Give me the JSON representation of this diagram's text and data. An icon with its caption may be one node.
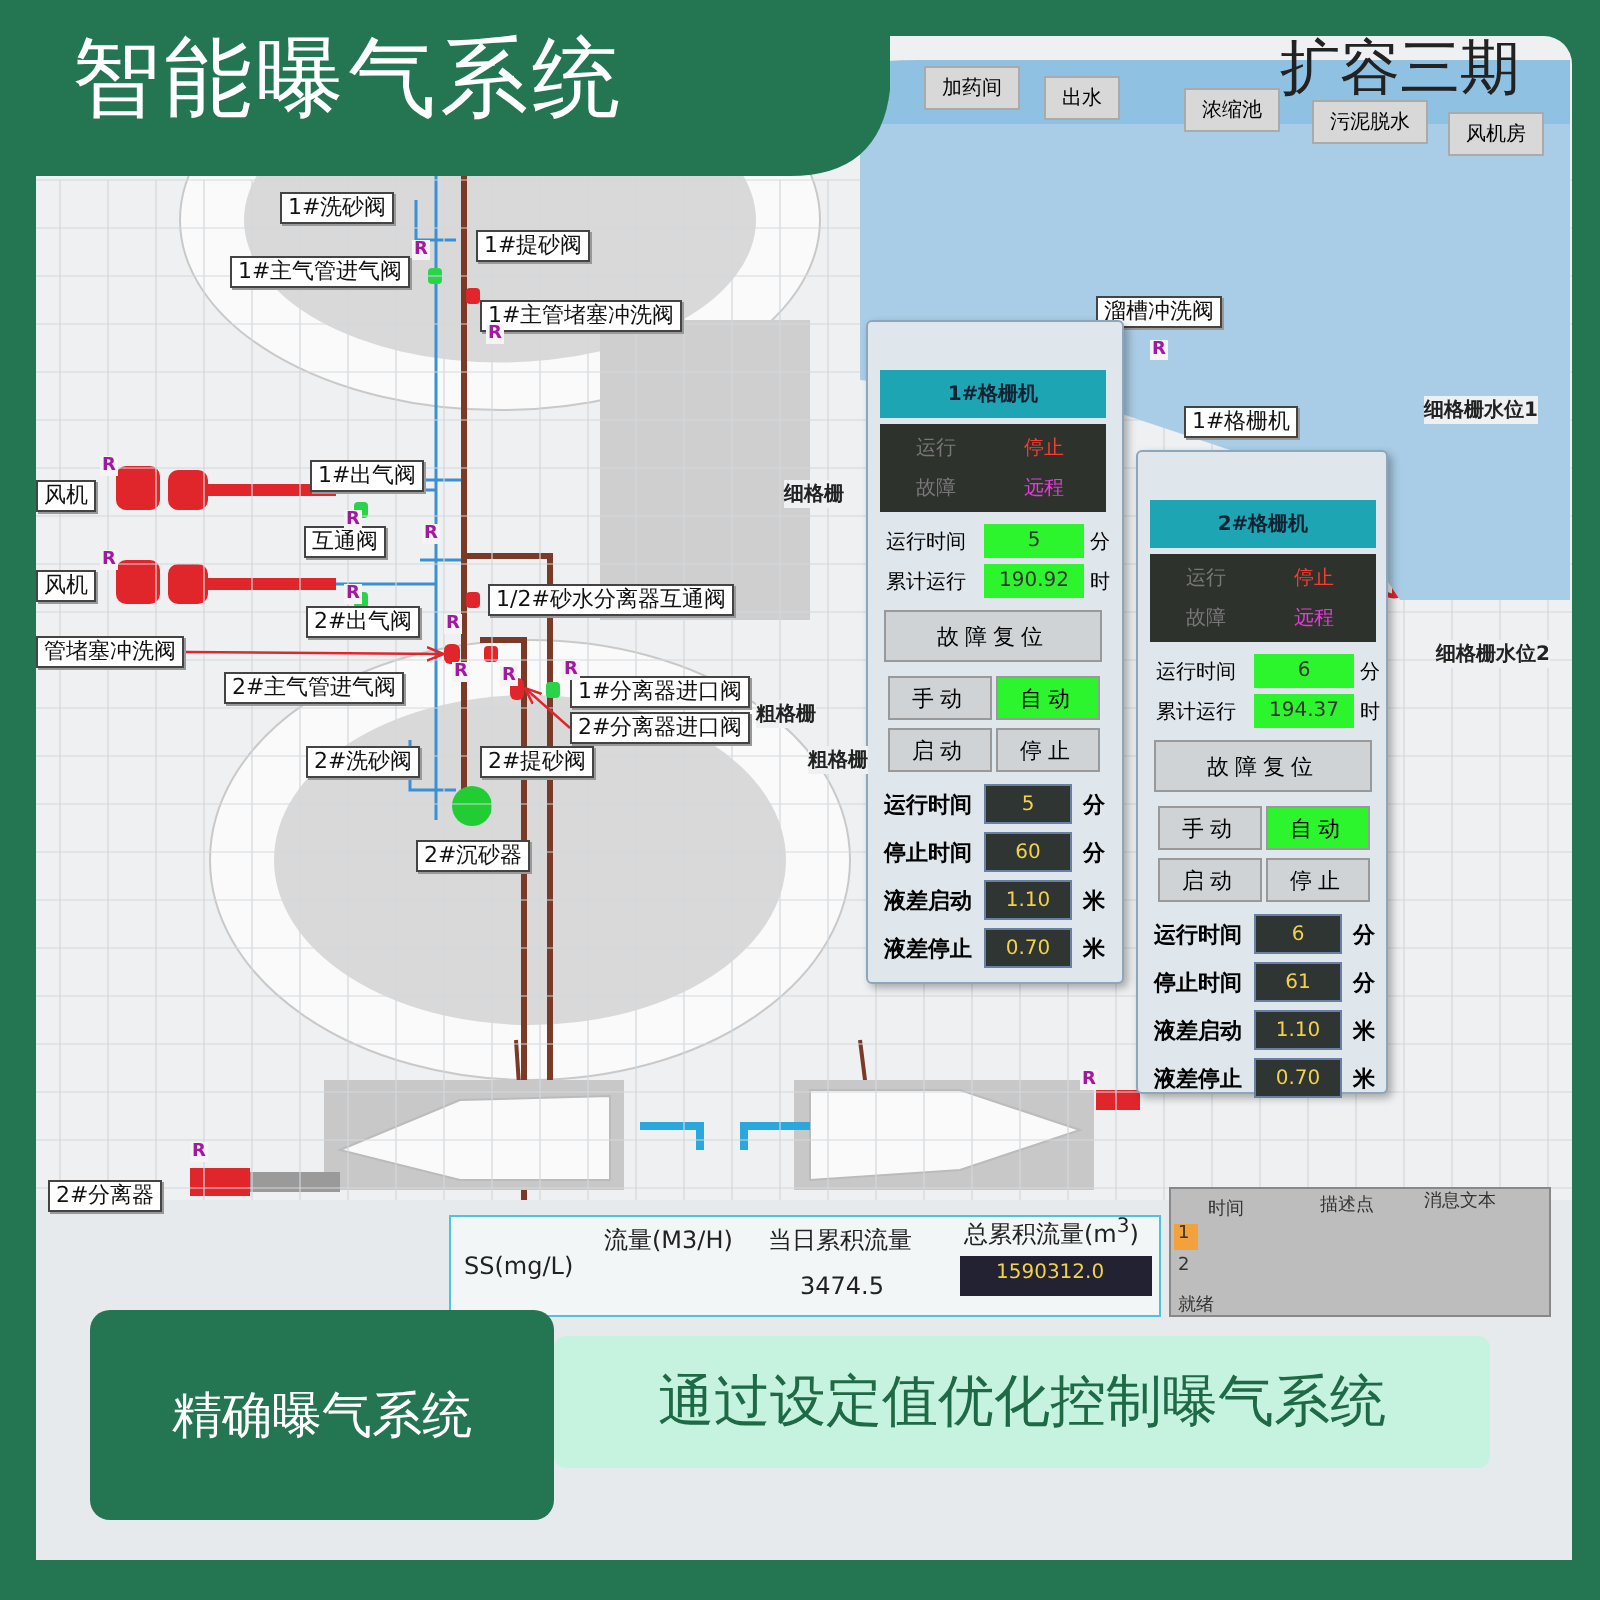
{
  "diagram": {
    "title": "智能曝气系统",
    "nodes": [
      {
        "text": [
          "1#洗砂阀"
        ]
      },
      {
        "text": [
          "1#提砂阀"
        ]
      },
      {
        "text": [
          "1#主气管进气阀"
        ]
      },
      {
        "text": [
          "1#主管堵塞冲洗阀"
        ]
      },
      {
        "text": [
          "风机"
        ]
      },
      {
        "text": [
          "1#出气阀"
        ]
      },
      {
        "text": [
          "风机"
        ]
      },
      {
        "text": [
          "互通阀"
        ]
      },
      {
        "text": [
          "2#出气阀"
        ]
      },
      {
        "text": [
          "1/2#砂水分离器互通阀"
        ]
      },
      {
        "text": [
          "管堵塞冲洗阀"
        ]
      },
      {
        "text": [
          "2#主气管进气阀"
        ]
      },
      {
        "text": [
          "1#分离器进口阀"
        ]
      },
      {
        "text": [
          "2#分离器进口阀"
        ]
      },
      {
        "text": [
          "2#洗砂阀"
        ]
      },
      {
        "text": [
          "2#提砂阀"
        ]
      },
      {
        "text": [
          "2#沉砂器"
        ]
      },
      {
        "text": [],
        "shape": "valve"
      },
      {
        "text": [],
        "shape": "valve"
      },
      {
        "text": [
          "溜槽冲洗阀"
        ]
      },
      {
        "text": [
          "1#格栅机"
        ]
      },
      {
        "text": [
          "1#格栅机",
          "运行",
          "停止",
          "故障",
          "远程",
          "运行时间",
          "5",
          "分",
          "累计运行",
          "190.92",
          "时",
          "故障复位",
          "手动",
          "自动",
          "启动",
          "停止",
          "运行时间",
          "5",
          "分",
          "停止时间",
          "60",
          "分",
          "液差启动",
          "1.10",
          "米",
          "液差停止",
          "0.70",
          "米"
        ]
      },
      {
        "text": [
          "2#格栅机",
          "运行",
          "停止",
          "故障",
          "远程",
          "运行时间",
          "6",
          "分",
          "累计运行",
          "194.37",
          "时",
          "故障复位",
          "手动",
          "自动",
          "启动",
          "停止",
          "运行时间",
          "6",
          "分",
          "停止时间",
          "61",
          "分",
          "液差启动",
          "1.10",
          "米",
          "液差停止",
          "0.70",
          "米"
        ]
      },
      {
        "text": [
          "2#分离器"
        ]
      },
      {
        "text": [
          "精确曝气系统"
        ]
      },
      {
        "text": [
          "通过设定值优化控制曝气系统"
        ]
      }
    ],
    "edges": [
      {
        "from": 10,
        "to": 17,
        "arrow": "to"
      },
      {
        "from": 13,
        "to": 18,
        "arrow": "to"
      }
    ],
    "labels": [
      "扩容三期",
      "加药间",
      "出水",
      "浓缩池",
      "污泥脱水",
      "风机房",
      "细格栅水位1",
      "细格栅",
      "粗格栅",
      "粗格栅",
      "细格栅水位2",
      "SS(mg/L)",
      "流量(M3/H)",
      "当日累积流量",
      "总累积流量(m$^{3}$)",
      "3474.5",
      "1590312.0",
      "时间",
      "描述点",
      "消息文本",
      "1",
      "2",
      "就绪",
      "R",
      "R",
      "R",
      "R",
      "R",
      "R",
      "R",
      "R",
      "R",
      "R",
      "R",
      "R",
      "R",
      "R"
    ]
  }
}
